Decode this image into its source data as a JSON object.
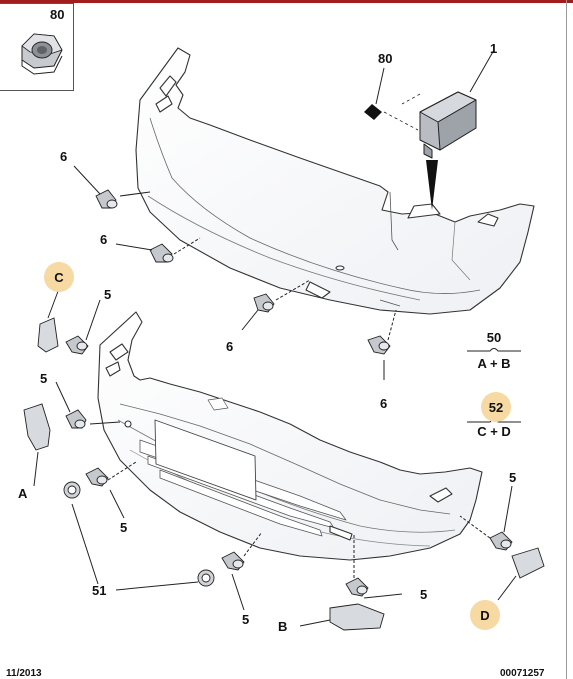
{
  "labels": {
    "nut": "80",
    "module": "1",
    "connector": "80",
    "sensor_rear_1": "6",
    "sensor_rear_2": "6",
    "sensor_rear_3": "6",
    "sensor_rear_4": "6",
    "callout_c": "C",
    "sensor_front_1": "5",
    "sensor_front_2": "5",
    "sensor_front_3": "5",
    "sensor_front_4": "5",
    "sensor_front_5": "5",
    "sensor_front_6": "5",
    "bracket_a": "A",
    "bracket_b": "B",
    "callout_d": "D",
    "ring_51": "51"
  },
  "legend": {
    "group1_number": "50",
    "group1_text": "A + B",
    "group2_number": "52",
    "group2_text": "C + D"
  },
  "footer": {
    "date": "11/2013",
    "reference": "00071257"
  },
  "colors": {
    "accent_rule": "#a31c1c",
    "callout_fill": "#f6d9a3",
    "line": "#222222"
  }
}
